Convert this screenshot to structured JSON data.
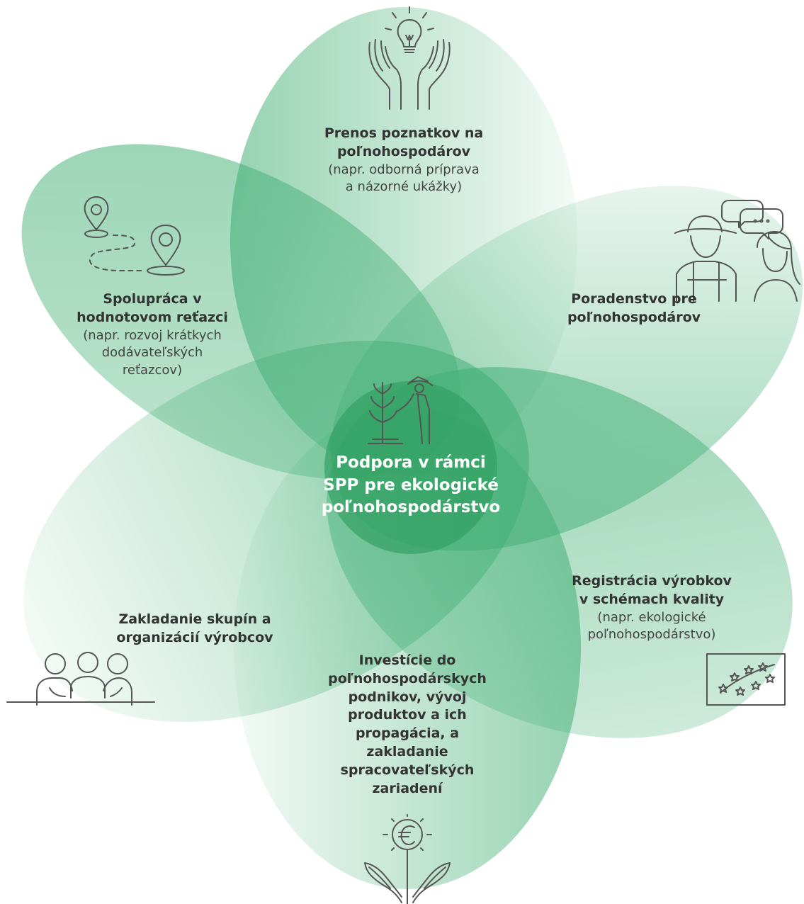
{
  "center": {
    "title_lines": [
      "Podpora v rámci",
      "SPP pre ekologické",
      "poľnohospodárstvo"
    ],
    "icon": "farmer-planting-icon"
  },
  "petals": [
    {
      "id": "knowledge",
      "title_lines": [
        "Prenos poznatkov na",
        "poľnohospodárov"
      ],
      "note_lines": [
        "(napr. odborná príprava",
        "a názorné ukážky)"
      ],
      "icon": "hands-lightbulb-icon"
    },
    {
      "id": "advisory",
      "title_lines": [
        "Poradenstvo pre",
        "poľnohospodárov"
      ],
      "note_lines": [],
      "icon": "farmer-advisor-chat-icon"
    },
    {
      "id": "quality",
      "title_lines": [
        "Registrácia výrobkov",
        "v schémach kvality"
      ],
      "note_lines": [
        "(napr. ekologické",
        "poľnohospodárstvo)"
      ],
      "icon": "eu-organic-leaf-logo-icon"
    },
    {
      "id": "investment",
      "title_lines": [
        "Investície do",
        "poľnohospodárskych",
        "podnikov, vývoj",
        "produktov a ich",
        "propagácia, a",
        "zakladanie",
        "spracovateľských",
        "zariadení"
      ],
      "note_lines": [],
      "icon": "euro-coin-hands-icon"
    },
    {
      "id": "groups",
      "title_lines": [
        "Zakladanie skupín a",
        "organizácií výrobcov"
      ],
      "note_lines": [],
      "icon": "people-at-table-icon"
    },
    {
      "id": "value-chain",
      "title_lines": [
        "Spolupráca v",
        "hodnotovom reťazci"
      ],
      "note_lines": [
        "(napr. rozvoj krátkych",
        "dodávateľských",
        "reťazcov)"
      ],
      "icon": "route-map-pins-icon"
    }
  ],
  "colors": {
    "petal_green": "#3fae72",
    "center_green": "#2f9e5f",
    "text": "#333333",
    "icon_stroke": "#555555"
  }
}
